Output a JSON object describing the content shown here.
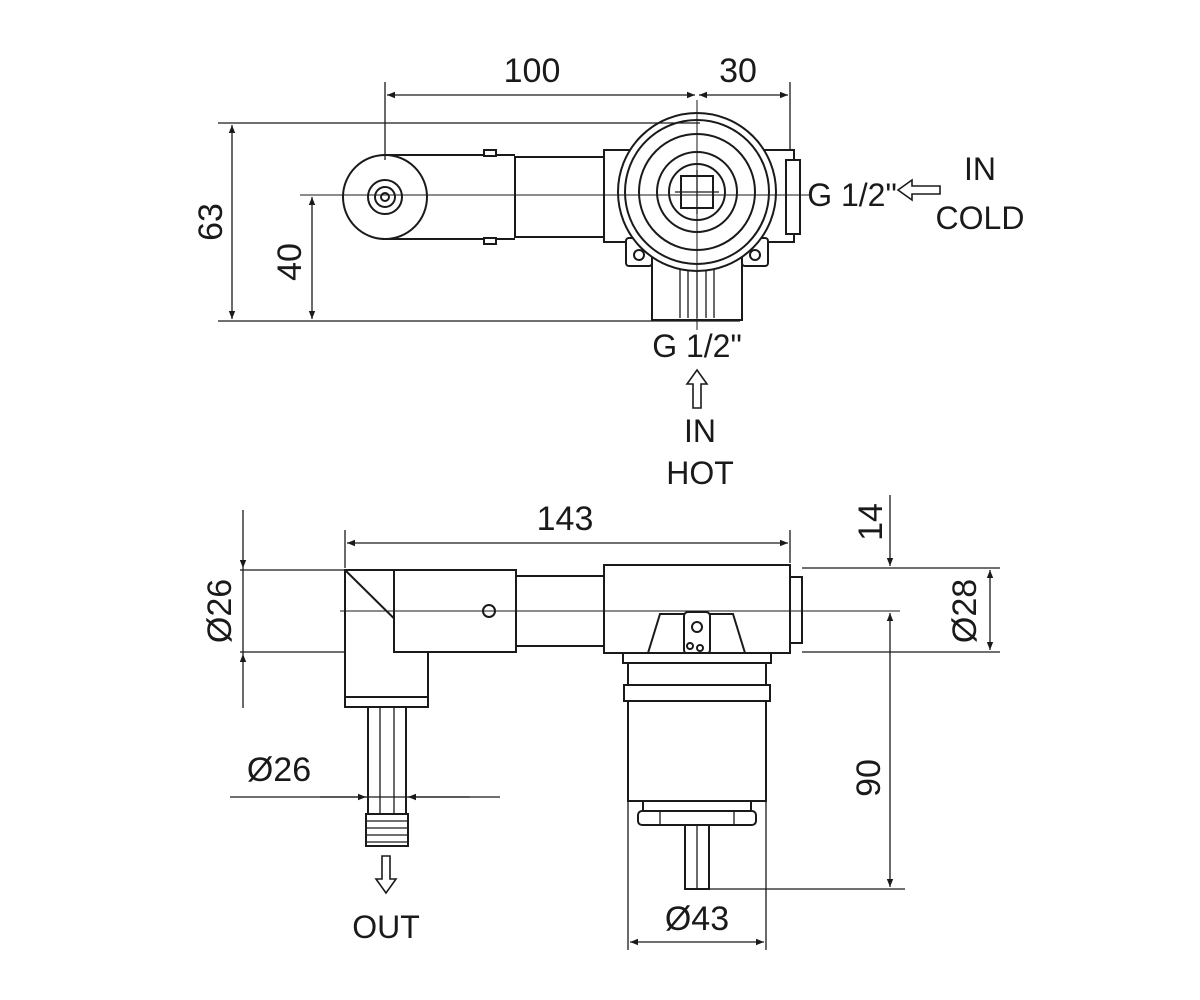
{
  "top_view": {
    "dims": {
      "d100": "100",
      "d30": "30",
      "d63": "63",
      "d40": "40"
    },
    "labels": {
      "cold_thread": "G 1/2\"",
      "cold_in": "IN",
      "cold_cold": "COLD",
      "hot_thread": "G 1/2\"",
      "hot_in": "IN",
      "hot_hot": "HOT"
    }
  },
  "bottom_view": {
    "dims": {
      "d143": "143",
      "d14": "14",
      "d26_left": "Ø26",
      "d28": "Ø28",
      "d26_outlet": "Ø26",
      "d90": "90",
      "d43": "Ø43"
    },
    "labels": {
      "out": "OUT"
    }
  },
  "colors": {
    "line": "#1a1a1a",
    "background": "#ffffff"
  }
}
